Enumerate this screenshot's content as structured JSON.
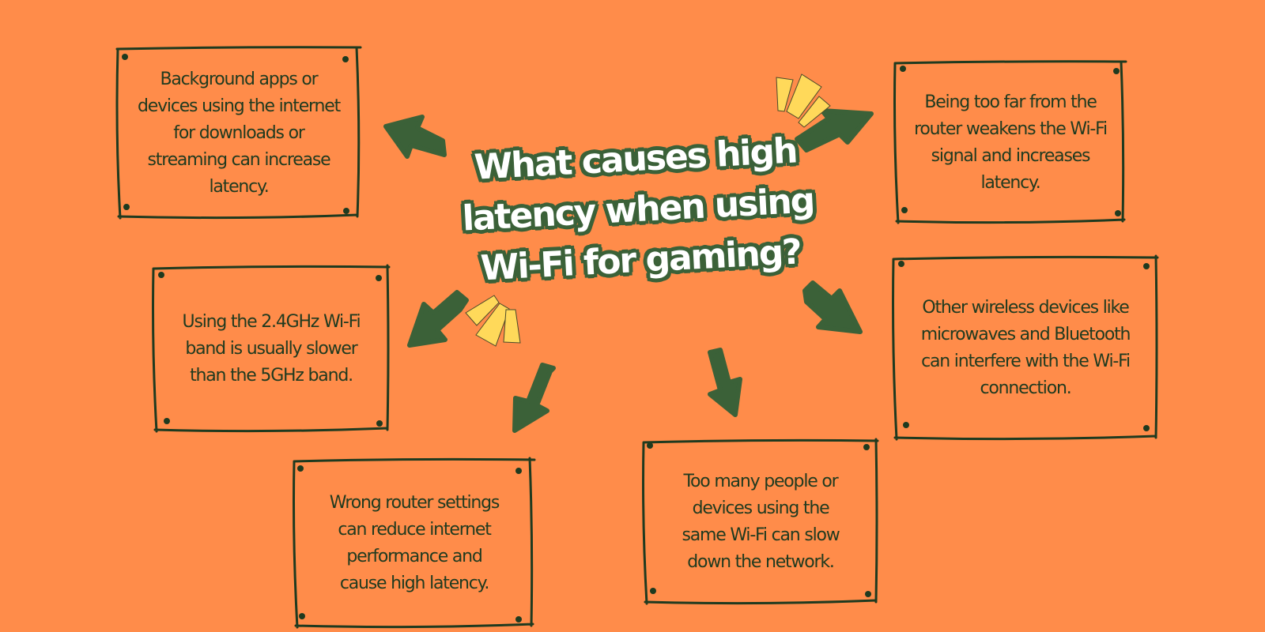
{
  "title": {
    "lines": [
      "What causes high",
      "latency when using",
      "Wi-Fi for gaming?"
    ]
  },
  "colors": {
    "background": "#ff8c4a",
    "arrow": "#3b6138",
    "box_border": "#1f3a1f",
    "text": "#1f3a1f",
    "title_fill": "#ffffff",
    "title_outline": "#3b6138",
    "spark": "#ffd95a"
  },
  "cards": [
    {
      "id": "background-apps",
      "lines": [
        "Background apps or",
        "devices using the internet",
        "for downloads or",
        "streaming can increase",
        "latency."
      ]
    },
    {
      "id": "distance",
      "lines": [
        "Being too far from the",
        "router weakens the Wi-Fi",
        "signal and increases",
        "latency."
      ]
    },
    {
      "id": "band",
      "lines": [
        "Using the 2.4GHz Wi-Fi",
        "band is usually slower",
        "than the 5GHz band."
      ]
    },
    {
      "id": "interference",
      "lines": [
        "Other wireless devices like",
        "microwaves and Bluetooth",
        "can interfere with the Wi-Fi",
        "connection."
      ]
    },
    {
      "id": "router-settings",
      "lines": [
        "Wrong router settings",
        "can reduce internet",
        "performance and",
        "cause high latency."
      ]
    },
    {
      "id": "congestion",
      "lines": [
        "Too many people or",
        "devices using the",
        "same Wi-Fi can slow",
        "down the network."
      ]
    }
  ],
  "decorations": {
    "arrows": [
      "arrow-up-left",
      "arrow-up-right",
      "arrow-down-left",
      "arrow-down-left-lower",
      "arrow-down",
      "arrow-down-right"
    ],
    "spark_icons": [
      "spark-top-right",
      "spark-bottom-left"
    ]
  }
}
